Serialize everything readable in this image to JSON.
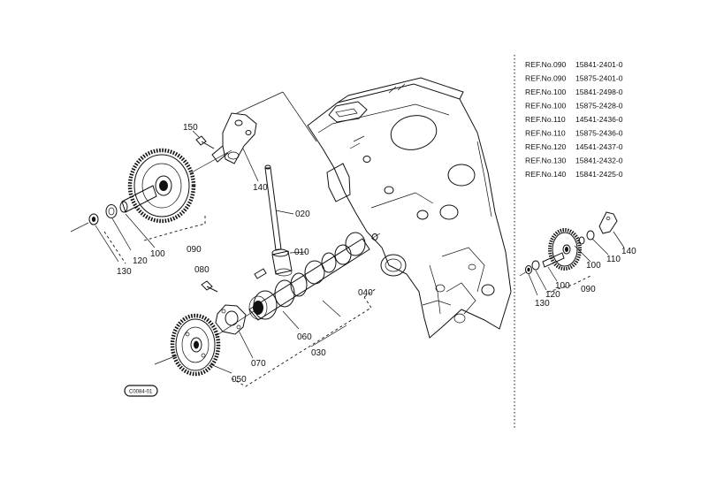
{
  "part_labels": {
    "p150": "150",
    "p140": "140",
    "p020": "020",
    "p010": "010",
    "p080": "080",
    "p130": "130",
    "p120": "120",
    "p100": "100",
    "p090": "090",
    "p040": "040",
    "p060": "060",
    "p030": "030",
    "p070": "070",
    "p050": "050"
  },
  "inset_labels": {
    "i140": "140",
    "i110": "110",
    "i100a": "100",
    "i100b": "100",
    "i120": "120",
    "i130": "130",
    "i090": "090"
  },
  "stamp": "C0084-01",
  "references": [
    {
      "ref": "REF.No.090",
      "part": "15841-2401-0"
    },
    {
      "ref": "REF.No.090",
      "part": "15875-2401-0"
    },
    {
      "ref": "REF.No.100",
      "part": "15841-2498-0"
    },
    {
      "ref": "REF.No.100",
      "part": "15875-2428-0"
    },
    {
      "ref": "REF.No.110",
      "part": "14541-2436-0"
    },
    {
      "ref": "REF.No.110",
      "part": "15875-2436-0"
    },
    {
      "ref": "REF.No.120",
      "part": "14541-2437-0"
    },
    {
      "ref": "REF.No.130",
      "part": "15841-2432-0"
    },
    {
      "ref": "REF.No.140",
      "part": "15841-2425-0"
    }
  ]
}
